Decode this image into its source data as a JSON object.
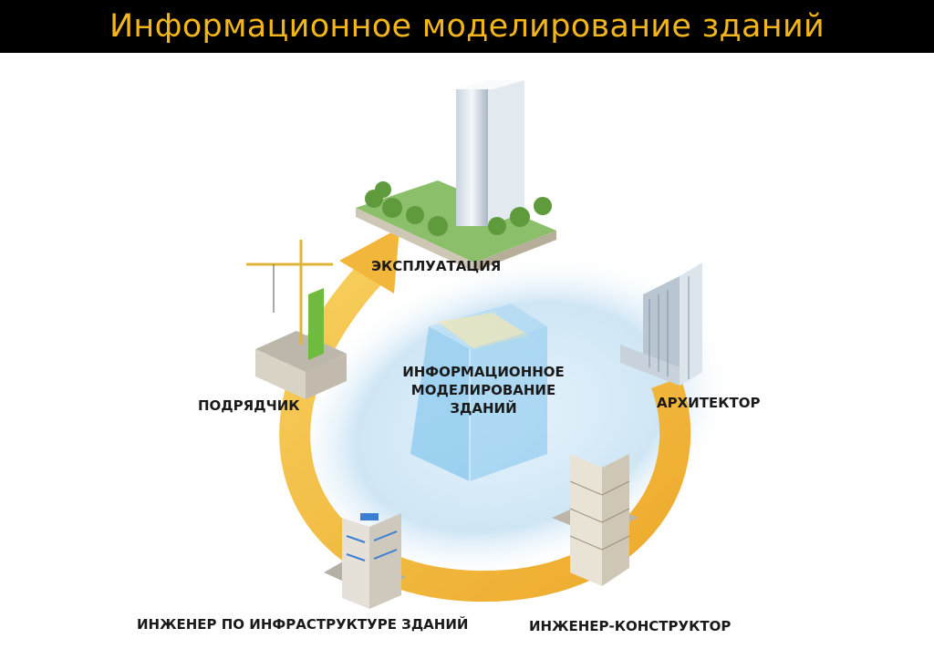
{
  "header": {
    "title": "Информационное моделирование зданий"
  },
  "cycle": {
    "center_label": [
      "ИНФОРМАЦИОННОЕ",
      "МОДЕЛИРОВАНИЕ",
      "ЗДАНИЙ"
    ],
    "stages": {
      "operation": "ЭКСПЛУАТАЦИЯ",
      "architect": "АРХИТЕКТОР",
      "structural_engineer": "ИНЖЕНЕР-КОНСТРУКТОР",
      "mep_engineer": "ИНЖЕНЕР ПО ИНФРАСТРУКТУРЕ ЗДАНИЙ",
      "contractor": "ПОДРЯДЧИК"
    }
  },
  "colors": {
    "title": "#f3b51c",
    "arrow": "#f2b63a",
    "title_bar": "#000000",
    "ellipse": "#cfe6f5"
  }
}
